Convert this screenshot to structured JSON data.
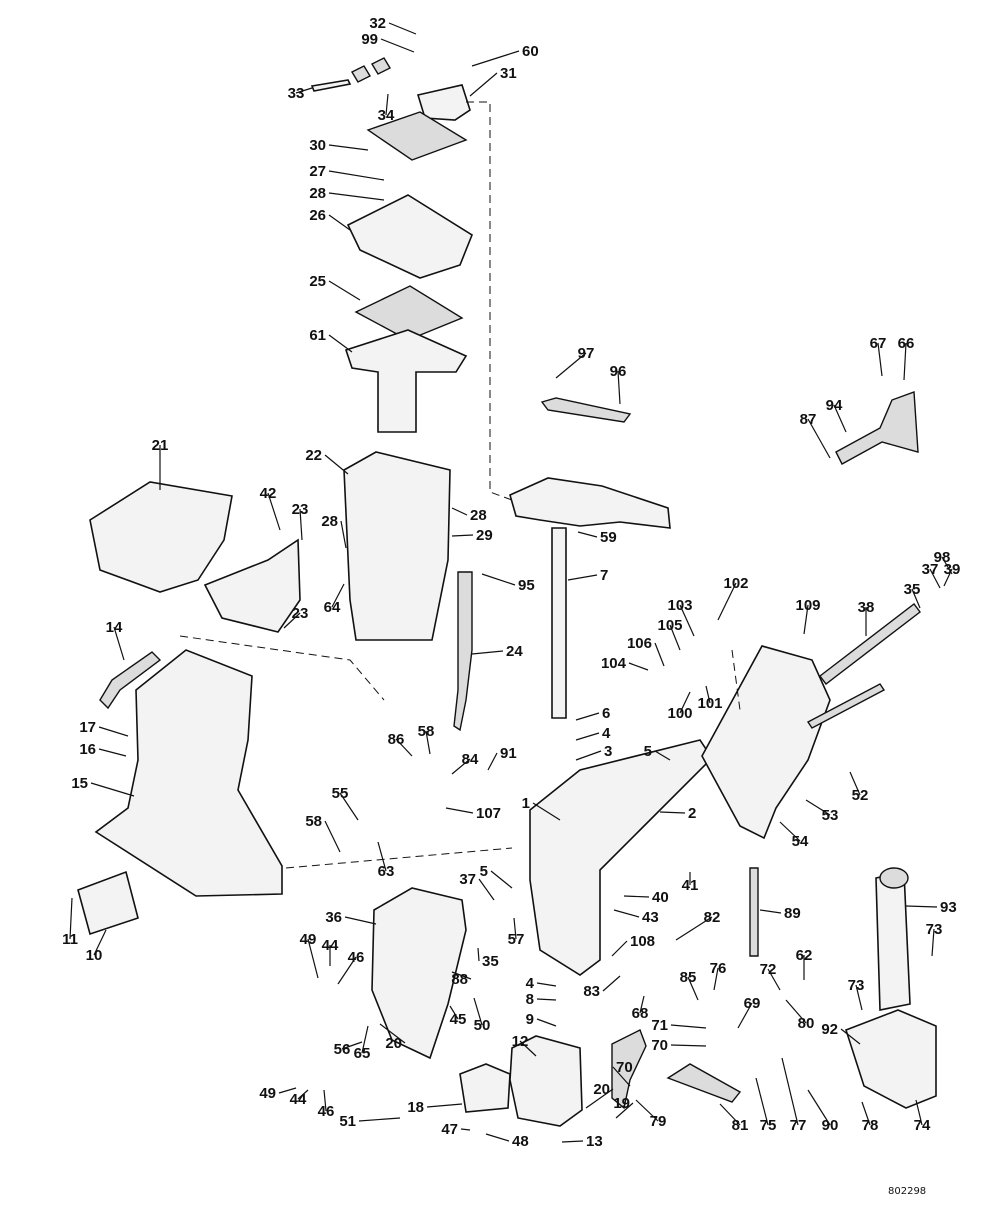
{
  "catalog_number": "802298",
  "callouts": [
    "1",
    "2",
    "3",
    "4",
    "4",
    "5",
    "5",
    "6",
    "7",
    "8",
    "9",
    "10",
    "11",
    "12",
    "13",
    "14",
    "15",
    "16",
    "17",
    "18",
    "19",
    "20",
    "20",
    "21",
    "22",
    "23",
    "23",
    "24",
    "25",
    "26",
    "27",
    "28",
    "28",
    "28",
    "29",
    "30",
    "31",
    "32",
    "33",
    "34",
    "35",
    "35",
    "36",
    "37",
    "37",
    "38",
    "39",
    "40",
    "41",
    "42",
    "43",
    "44",
    "44",
    "45",
    "46",
    "46",
    "47",
    "48",
    "49",
    "49",
    "50",
    "51",
    "52",
    "53",
    "54",
    "55",
    "56",
    "57",
    "58",
    "58",
    "59",
    "60",
    "61",
    "62",
    "63",
    "64",
    "65",
    "66",
    "67",
    "68",
    "69",
    "70",
    "70",
    "71",
    "72",
    "73",
    "73",
    "74",
    "75",
    "76",
    "77",
    "78",
    "79",
    "80",
    "81",
    "82",
    "83",
    "84",
    "85",
    "86",
    "87",
    "88",
    "89",
    "90",
    "91",
    "92",
    "93",
    "94",
    "95",
    "96",
    "97",
    "98",
    "99",
    "100",
    "101",
    "102",
    "103",
    "104",
    "105",
    "106",
    "107",
    "108",
    "109"
  ],
  "colors": {
    "ink": "#111111",
    "paper": "#ffffff",
    "shade": "#dcdcdc"
  }
}
